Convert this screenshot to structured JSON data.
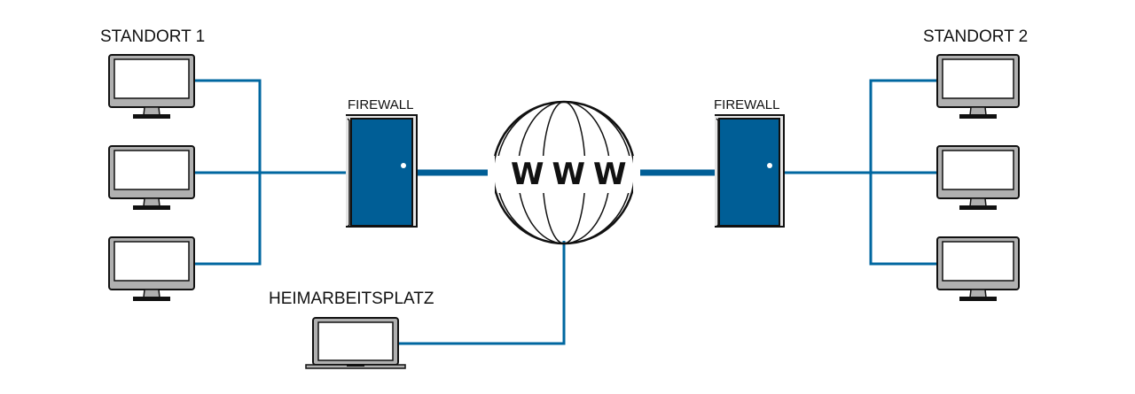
{
  "sites": [
    {
      "label": "STANDORT 1"
    },
    {
      "label": "STANDORT 2"
    }
  ],
  "firewalls": [
    {
      "label": "FIREWALL"
    },
    {
      "label": "FIREWALL"
    }
  ],
  "internet": {
    "label": "WWW"
  },
  "home_office": {
    "label": "HEIMARBEITSPLATZ"
  },
  "colors": {
    "link": "#0067A0",
    "door": "#005E96",
    "outline": "#111111",
    "screen": "#ffffff",
    "bezel_bottom": "#b0b0b0",
    "chassis": "#e6e6e6"
  }
}
